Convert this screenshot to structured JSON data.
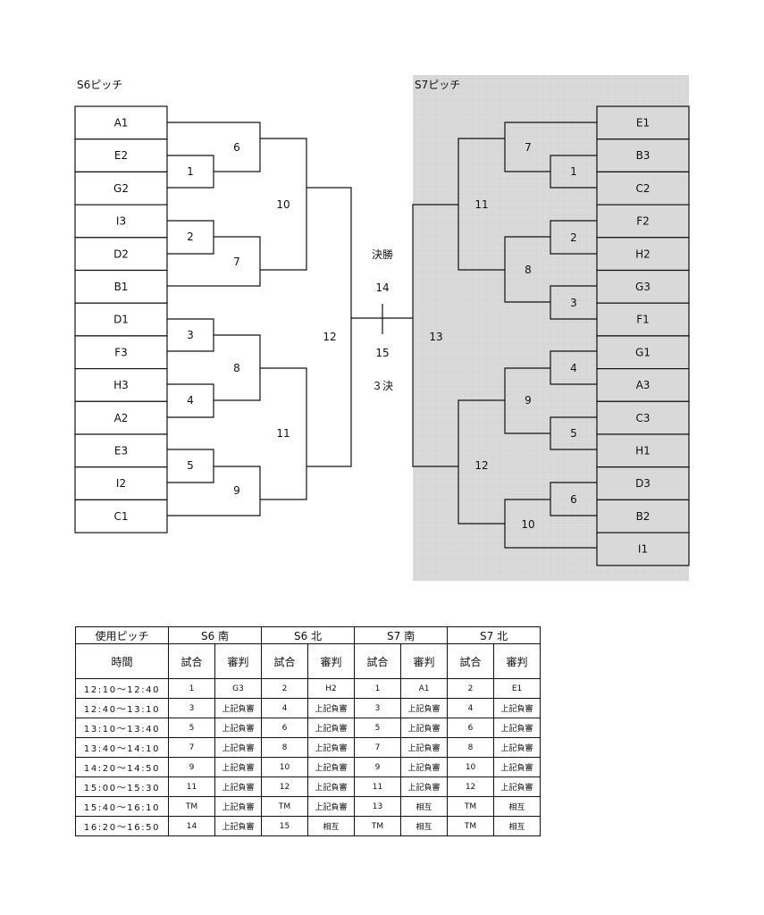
{
  "bracket": {
    "left_title": "S6ピッチ",
    "right_title": "S7ピッチ",
    "left_teams": [
      "A1",
      "E2",
      "G2",
      "I3",
      "D2",
      "B1",
      "D1",
      "F3",
      "H3",
      "A2",
      "E3",
      "I2",
      "C1"
    ],
    "right_teams": [
      "E1",
      "B3",
      "C2",
      "F2",
      "H2",
      "G3",
      "F1",
      "G1",
      "A3",
      "C3",
      "H1",
      "D3",
      "B2",
      "I1"
    ],
    "left_matches": [
      "1",
      "2",
      "3",
      "4",
      "5",
      "6",
      "7",
      "8",
      "9",
      "10",
      "11",
      "12"
    ],
    "right_matches": [
      "1",
      "2",
      "3",
      "4",
      "5",
      "6",
      "7",
      "8",
      "9",
      "10",
      "11",
      "12",
      "13"
    ],
    "final_label": "決勝",
    "final_match": "14",
    "third_match": "15",
    "third_label": "３決",
    "right_bg_color": "#d9d9d9"
  },
  "schedule": {
    "header": {
      "pitch_label": "使用ピッチ",
      "time_label": "時間",
      "pitches": [
        "S6 南",
        "S6 北",
        "S7 南",
        "S7 北"
      ],
      "match_label": "試合",
      "ref_label": "審判"
    },
    "rows": [
      {
        "time": "12:10〜12:40",
        "cells": [
          "1",
          "G3",
          "2",
          "H2",
          "1",
          "A1",
          "2",
          "E1"
        ]
      },
      {
        "time": "12:40〜13:10",
        "cells": [
          "3",
          "上記負審",
          "4",
          "上記負審",
          "3",
          "上記負審",
          "4",
          "上記負審"
        ]
      },
      {
        "time": "13:10〜13:40",
        "cells": [
          "5",
          "上記負審",
          "6",
          "上記負審",
          "5",
          "上記負審",
          "6",
          "上記負審"
        ]
      },
      {
        "time": "13:40〜14:10",
        "cells": [
          "7",
          "上記負審",
          "8",
          "上記負審",
          "7",
          "上記負審",
          "8",
          "上記負審"
        ]
      },
      {
        "time": "14:20〜14:50",
        "cells": [
          "9",
          "上記負審",
          "10",
          "上記負審",
          "9",
          "上記負審",
          "10",
          "上記負審"
        ]
      },
      {
        "time": "15:00〜15:30",
        "cells": [
          "11",
          "上記負審",
          "12",
          "上記負審",
          "11",
          "上記負審",
          "12",
          "上記負審"
        ]
      },
      {
        "time": "15:40〜16:10",
        "cells": [
          "TM",
          "上記負審",
          "TM",
          "上記負審",
          "13",
          "相互",
          "TM",
          "相互"
        ]
      },
      {
        "time": "16:20〜16:50",
        "cells": [
          "14",
          "上記負審",
          "15",
          "相互",
          "TM",
          "相互",
          "TM",
          "相互"
        ]
      }
    ]
  }
}
